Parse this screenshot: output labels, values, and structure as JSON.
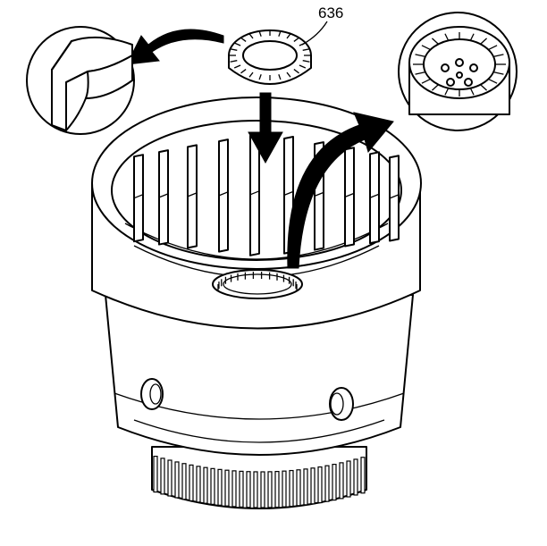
{
  "figure": {
    "callout_label": "636",
    "colors": {
      "line": "#000000",
      "background": "#ffffff"
    },
    "parts": [
      "snap-ring",
      "input-housing",
      "detail-view-ring-profile",
      "detail-view-splined-hub"
    ]
  }
}
